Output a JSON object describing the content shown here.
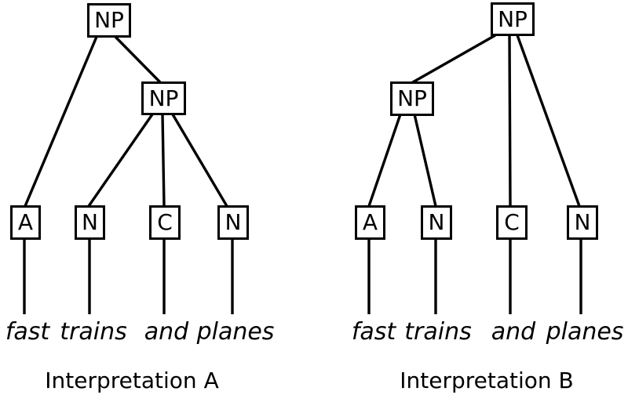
{
  "colors": {
    "background": "#ffffff",
    "ink": "#000000"
  },
  "trees": [
    {
      "id": "A",
      "caption": "Interpretation A",
      "root_label": "NP",
      "inner_label": "NP",
      "root_children": [
        "A",
        "NP"
      ],
      "inner_children": [
        "N",
        "C",
        "N"
      ],
      "leaves": [
        {
          "label": "A",
          "word": "fast"
        },
        {
          "label": "N",
          "word": "trains"
        },
        {
          "label": "C",
          "word": "and"
        },
        {
          "label": "N",
          "word": "planes"
        }
      ]
    },
    {
      "id": "B",
      "caption": "Interpretation B",
      "root_label": "NP",
      "inner_label": "NP",
      "root_children": [
        "NP",
        "C",
        "N"
      ],
      "inner_children": [
        "A",
        "N"
      ],
      "leaves": [
        {
          "label": "A",
          "word": "fast"
        },
        {
          "label": "N",
          "word": "trains"
        },
        {
          "label": "C",
          "word": "and"
        },
        {
          "label": "N",
          "word": "planes"
        }
      ]
    }
  ]
}
